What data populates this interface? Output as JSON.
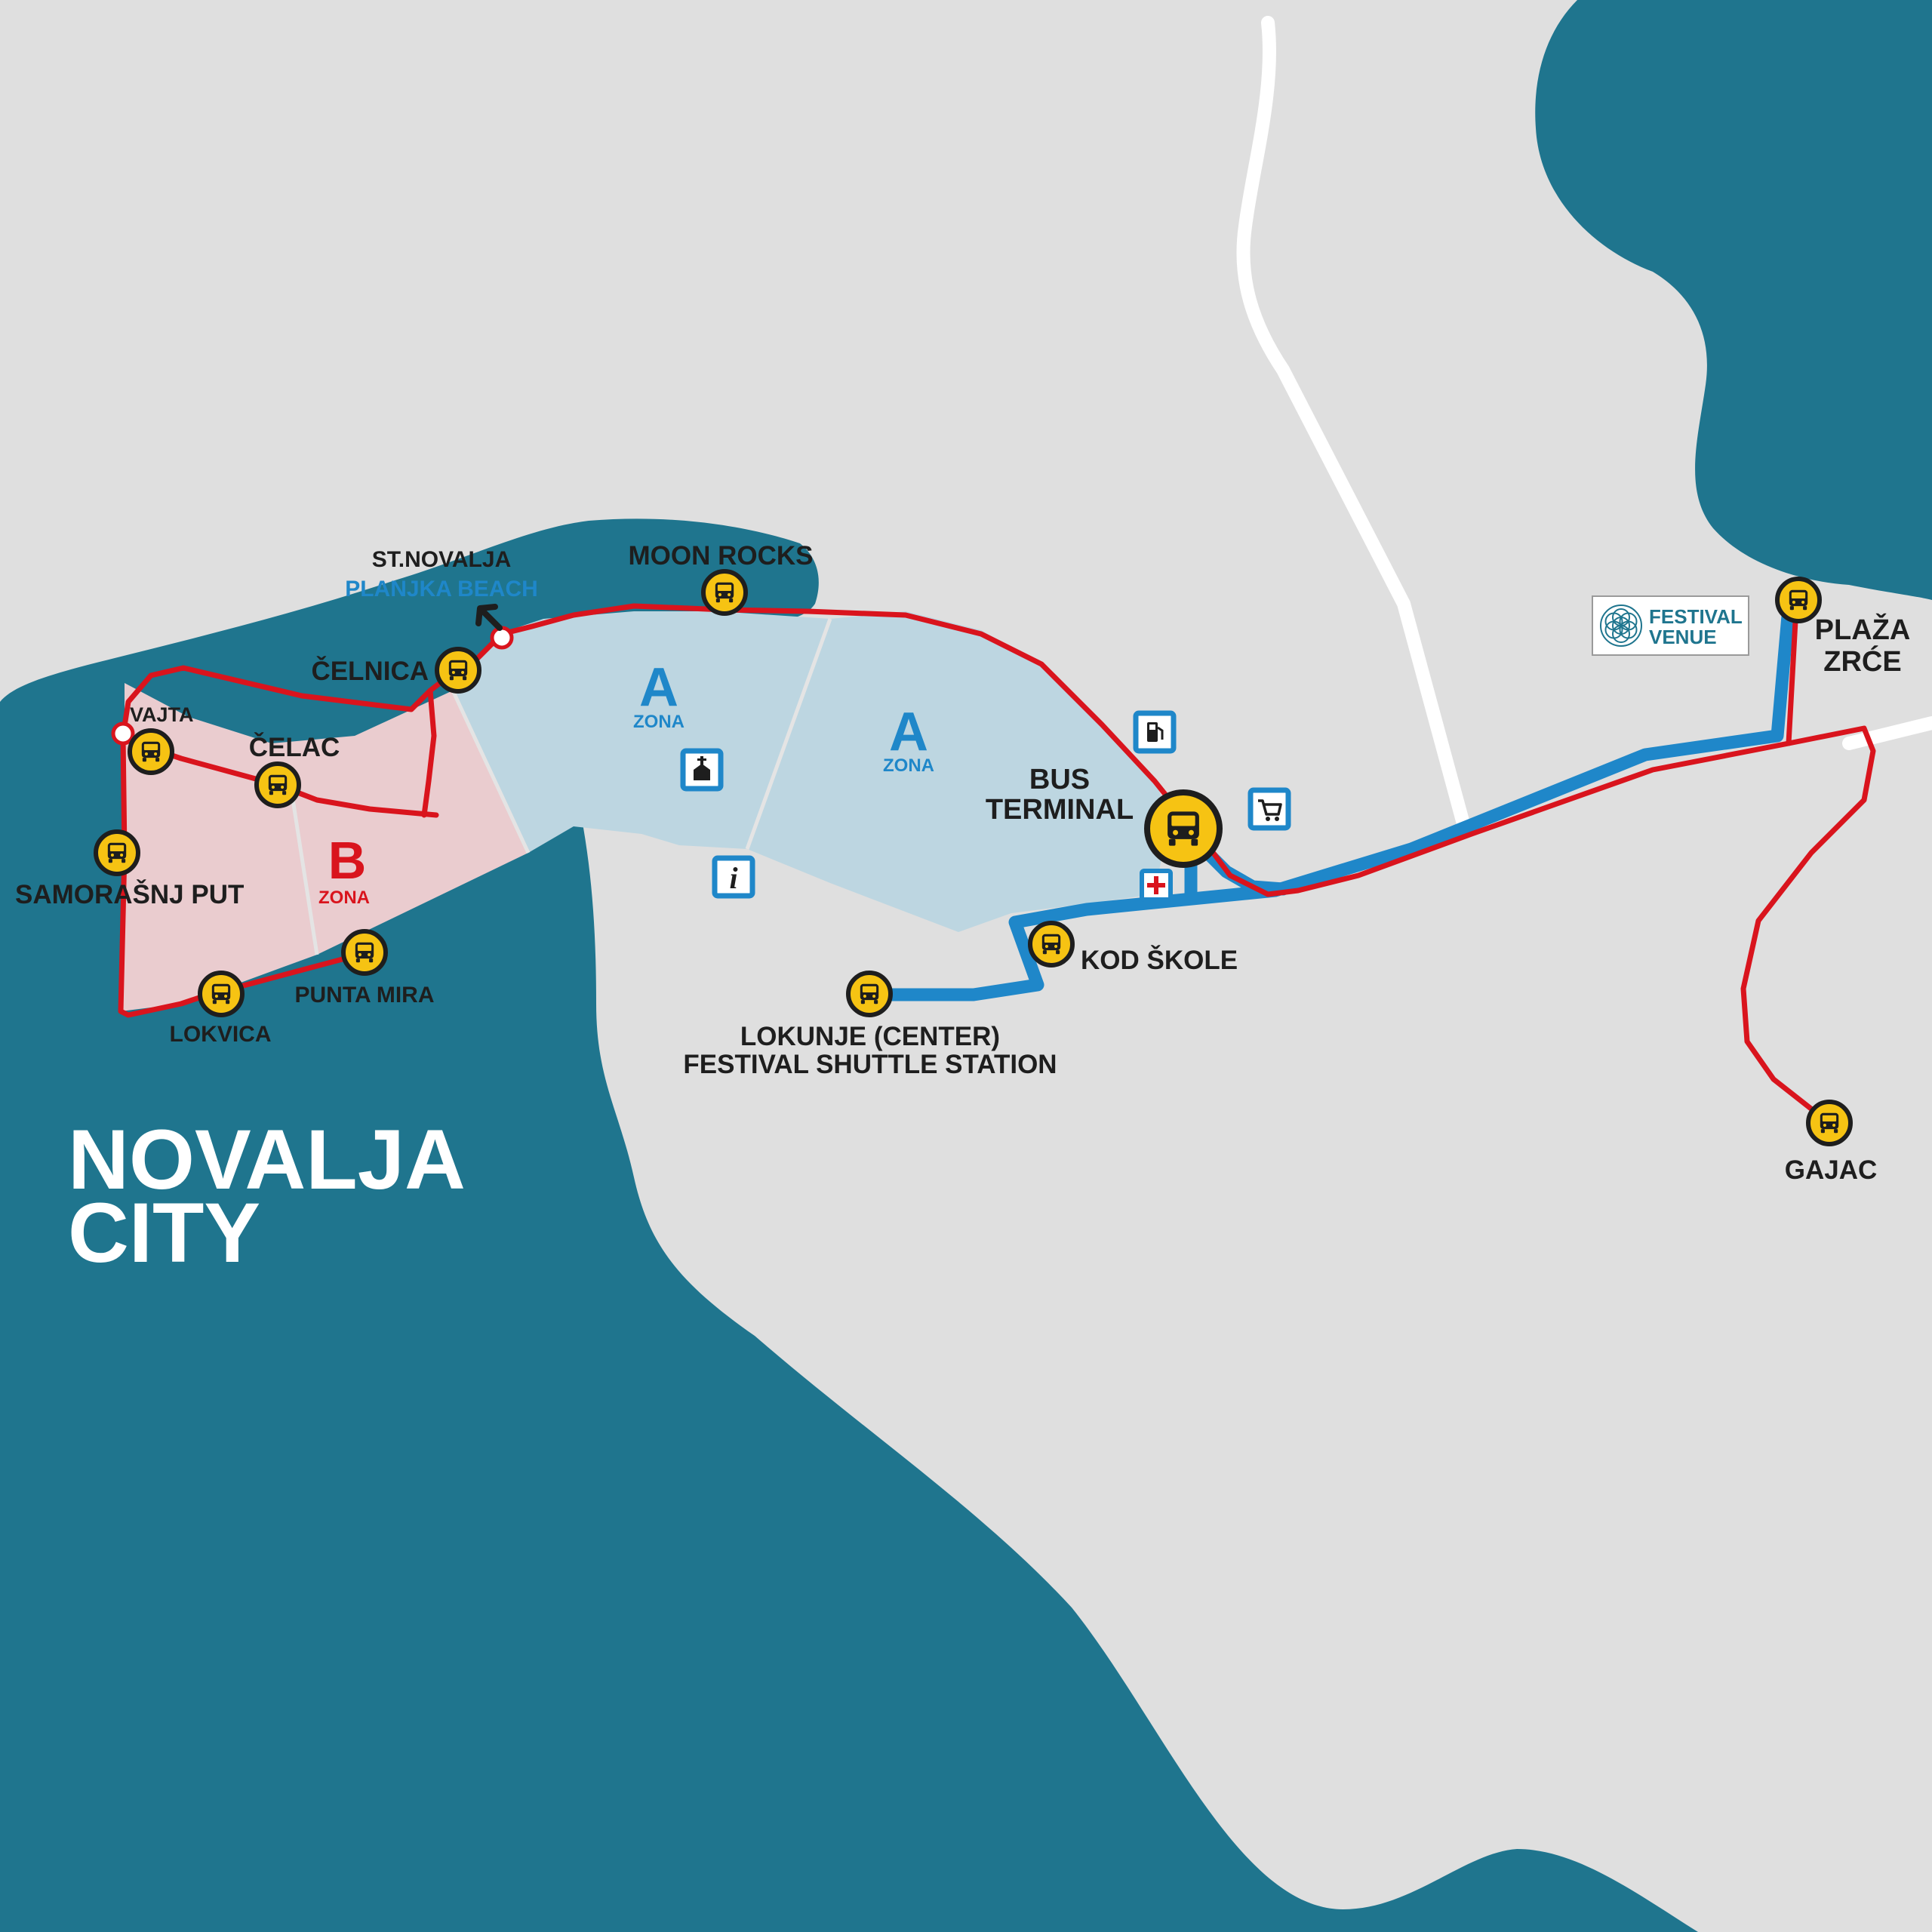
{
  "city": {
    "line1": "NOVALJA",
    "line2": "CITY"
  },
  "colors": {
    "land": "#dfdfdf",
    "sea": "#1f758e",
    "zone_a": "#bdd6e1",
    "zone_b": "#eacccf",
    "red_route": "#d9141d",
    "blue_route": "#1f87c9",
    "stop_fill": "#f6c313",
    "road": "#ffffff"
  },
  "zones": [
    {
      "letter": "A",
      "word": "ZONA"
    },
    {
      "letter": "A",
      "word": "ZONA"
    },
    {
      "letter": "B",
      "word": "ZONA"
    }
  ],
  "stops": {
    "moon_rocks": "MOON ROCKS",
    "st_novalja": "ST.NOVALJA",
    "planjka_beach": "PLANJKA BEACH",
    "celnica": "ČELNICA",
    "vajta": "VAJTA",
    "celac": "ČELAC",
    "samorasnj_put": "SAMORAŠNJ PUT",
    "punta_mira": "PUNTA MIRA",
    "lokvica": "LOKVICA",
    "bus_terminal_1": "BUS",
    "bus_terminal_2": "TERMINAL",
    "kod_skole": "KOD ŠKOLE",
    "lokunje_1": "LOKUNJE (CENTER)",
    "lokunje_2": "FESTIVAL SHUTTLE STATION",
    "plaza_1": "PLAŽA",
    "plaza_2": "ZRĆE",
    "gajac": "GAJAC"
  },
  "festival_badge": {
    "line1": "FESTIVAL",
    "line2": "VENUE"
  },
  "poi_icons": [
    "church-icon",
    "info-icon",
    "fuel-icon",
    "shopping-cart-icon",
    "first-aid-icon"
  ]
}
